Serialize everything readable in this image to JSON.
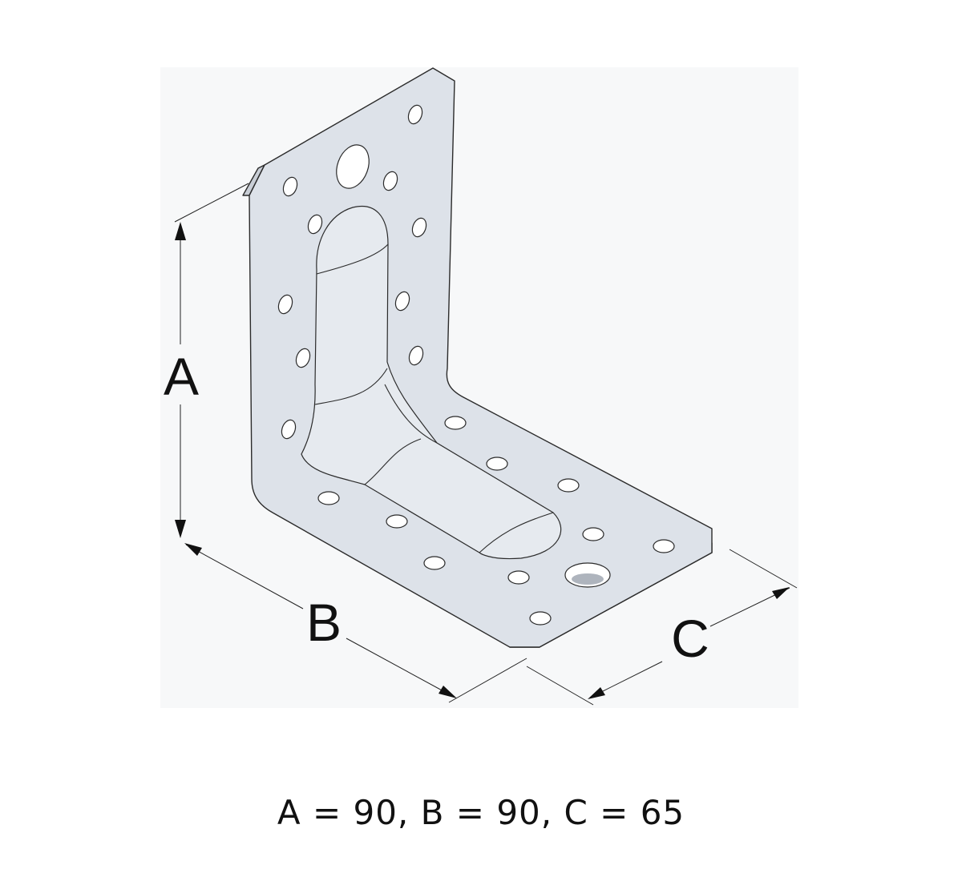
{
  "dimensions": {
    "a_label": "A",
    "b_label": "B",
    "c_label": "C"
  },
  "spec_text": "A = 90, B = 90, C = 65"
}
